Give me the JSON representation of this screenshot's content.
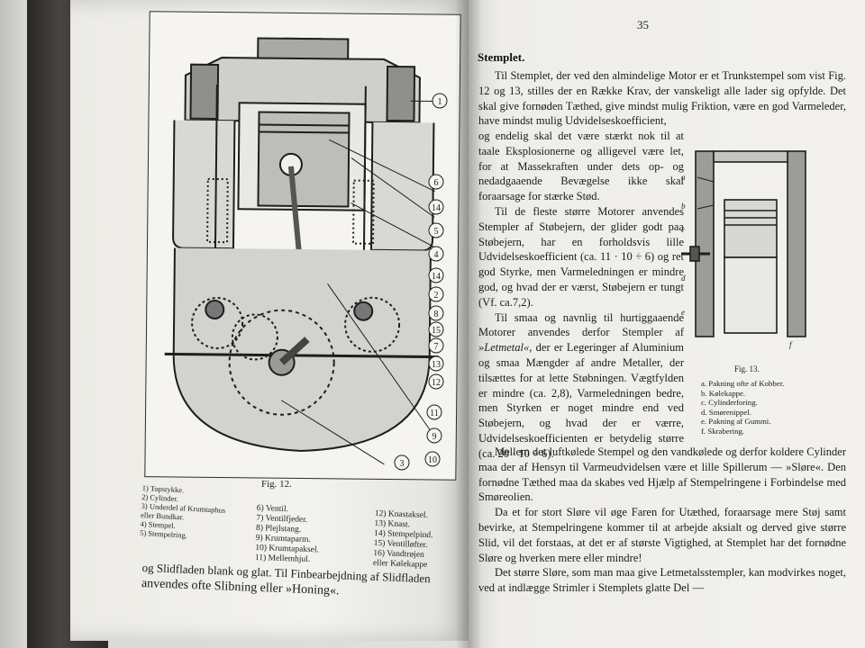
{
  "right_page": {
    "page_number": "35",
    "heading": "Stemplet.",
    "para1_full": "Til Stemplet, der ved den almindelige Motor er et Trunkstempel som vist Fig. 12 og 13, stilles der en Række Krav, der vanskeligt alle lader sig opfylde. Det skal give fornøden Tæthed, give mindst mulig Friktion, være en god Varmeleder, have mindst mulig Udvidelseskoefficient,",
    "para1_narrow": "og endelig skal det være stærkt nok til at taale Eksplosionerne og alligevel være let, for at Massekraften under dets op- og nedadgaaende Bevægelse ikke skal foraarsage for stærke Stød.",
    "para2": "Til de fleste større Motorer anvendes Stempler af Støbejern, der glider godt paa Støbejern, har en forholdsvis lille Udvidelseskoefficient (ca. 11 · 10 ÷ 6) og ret god Styrke, men Varmeledningen er mindre god, og hvad der er værst, Støbejern er tungt (Vf. ca.7,2).",
    "para3_before": "Til smaa og navnlig til hurtiggaaende Motorer anvendes derfor Stempler af ",
    "para3_em": "»Letmetal«",
    "para3_after": ", der er Legeringer af Aluminium og smaa Mængder af andre Metaller, der tilsættes for at lette Støbningen. Vægtfylden er mindre (ca. 2,8), Varmeledningen bedre, men Styrken er noget mindre end ved Støbejern, og hvad der er værre, Udvidelseskoefficienten er betydelig større (ca. 20 · 10 ÷ 6).",
    "para4": "Mellem det luftkølede Stempel og den vandkølede og derfor koldere Cylinder maa der af Hensyn til Varmeudvidelsen være et lille Spillerum — »Sløre«. Den fornødne Tæthed maa da skabes ved Hjælp af Stempelringene i Forbindelse med Smøreolien.",
    "para5": "Da et for stort Sløre vil øge Faren for Utæthed, foraarsage mere Støj samt bevirke, at Stempelringene kommer til at arbejde aksialt og derved give større Slid, vil det forstaas, at det er af største Vigtighed, at Stemplet har det fornødne Sløre og hverken mere eller mindre!",
    "para6": "Det større Sløre, som man maa give Letmetalsstempler, kan modvirkes noget, ved at indlægge Strimler i Stemplets glatte Del —",
    "fig13": {
      "caption": "Fig. 13.",
      "labels": [
        "a",
        "b",
        "c",
        "d",
        "e",
        "f"
      ],
      "legend": [
        "a. Pakning ofte af Kobber.",
        "b. Kølekappe.",
        "c. Cylinderforing.",
        "d. Smørenippel.",
        "e. Pakning af Gummi.",
        "f. Skrabering."
      ]
    }
  },
  "left_page": {
    "fig12": {
      "caption": "Fig. 12.",
      "callouts": [
        "1",
        "6",
        "14",
        "5",
        "4",
        "14",
        "2",
        "8",
        "15",
        "7",
        "13",
        "12",
        "11",
        "9",
        "10",
        "3"
      ],
      "legend_col1": [
        "1) Topstykke.",
        "2) Cylinder.",
        "3) Underdel af Krumtaphus",
        "    eller Bundkar.",
        "4) Stempel.",
        "5) Stempelring."
      ],
      "legend_col2": [
        "6) Ventil.",
        "7) Ventilfjeder.",
        "8) Plejlstang.",
        "9) Krumtaparm.",
        "10) Krumtapaksel.",
        "11) Mellemhjul."
      ],
      "legend_col3": [
        "12) Knastaksel.",
        "13) Knast.",
        "14) Stempelpind.",
        "15) Ventilløfter.",
        "16) Vandtrøjen",
        "    eller Kølekappe"
      ]
    },
    "tail_line1": "og Slidfladen blank og glat. Til Finbearbejdning af Slidfladen",
    "tail_line2": "anvendes ofte Slibning eller »Honing«.",
    "tail_line3": ""
  }
}
